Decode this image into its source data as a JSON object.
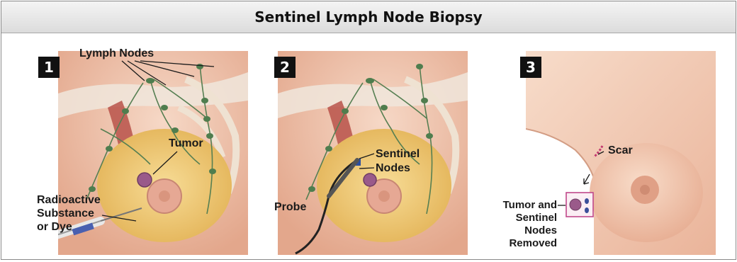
{
  "title": "Sentinel Lymph Node Biopsy",
  "steps": [
    {
      "number": "1",
      "labels": {
        "lymph_nodes": "Lymph Nodes",
        "tumor": "Tumor",
        "substance_line1": "Radioactive",
        "substance_line2": "Substance",
        "substance_line3": "or Dye"
      }
    },
    {
      "number": "2",
      "labels": {
        "sentinel_line1": "Sentinel",
        "sentinel_line2": "Nodes",
        "probe": "Probe"
      }
    },
    {
      "number": "3",
      "labels": {
        "scar": "Scar",
        "removed_line1": "Tumor and",
        "removed_line2": "Sentinel",
        "removed_line3": "Nodes",
        "removed_line4": "Removed"
      }
    }
  ],
  "colors": {
    "skin": "#f1c7b0",
    "breast_tissue": "#eec979",
    "node": "#4f7d4e",
    "tumor": "#9a5a8a",
    "sentinel_node": "#2d4fa0",
    "scar": "#c23a6e",
    "removed_box": "#c0488a"
  }
}
